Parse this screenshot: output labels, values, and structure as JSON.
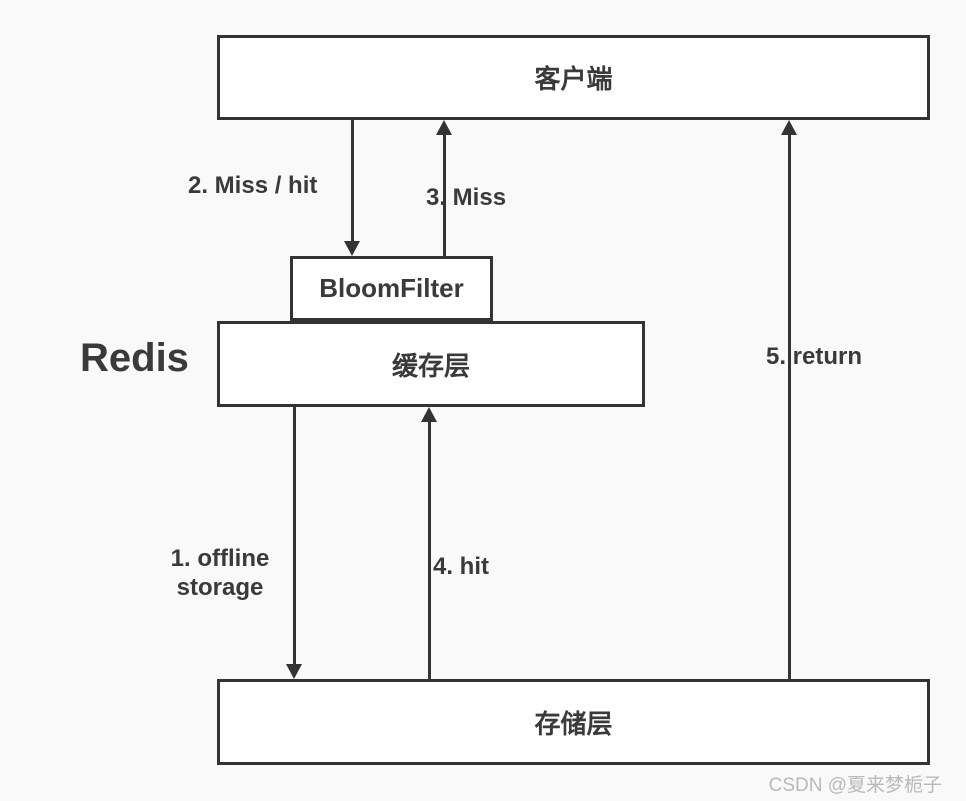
{
  "colors": {
    "background": "#f9f9f9",
    "stroke": "#333333",
    "box_fill": "#ffffff",
    "text": "#3a3a3a",
    "watermark": "#b9b9b9"
  },
  "nodes": {
    "client": {
      "label": "客户端"
    },
    "bloom_filter": {
      "label": "BloomFilter"
    },
    "cache_layer": {
      "label": "缓存层"
    },
    "storage_layer": {
      "label": "存储层"
    }
  },
  "annotations": {
    "redis": "Redis",
    "watermark": "CSDN @夏来梦栀子"
  },
  "edges": {
    "offline_storage": {
      "label": "1. offline storage",
      "from": "cache_layer",
      "to": "storage_layer",
      "direction": "down"
    },
    "miss_hit": {
      "label": "2. Miss / hit",
      "from": "client",
      "to": "bloom_filter",
      "direction": "down"
    },
    "miss": {
      "label": "3. Miss",
      "from": "bloom_filter",
      "to": "client",
      "direction": "up"
    },
    "hit": {
      "label": "4. hit",
      "from": "storage_layer",
      "to": "cache_layer",
      "direction": "up"
    },
    "return": {
      "label": "5. return",
      "from": "storage_layer",
      "to": "client",
      "direction": "up"
    }
  }
}
